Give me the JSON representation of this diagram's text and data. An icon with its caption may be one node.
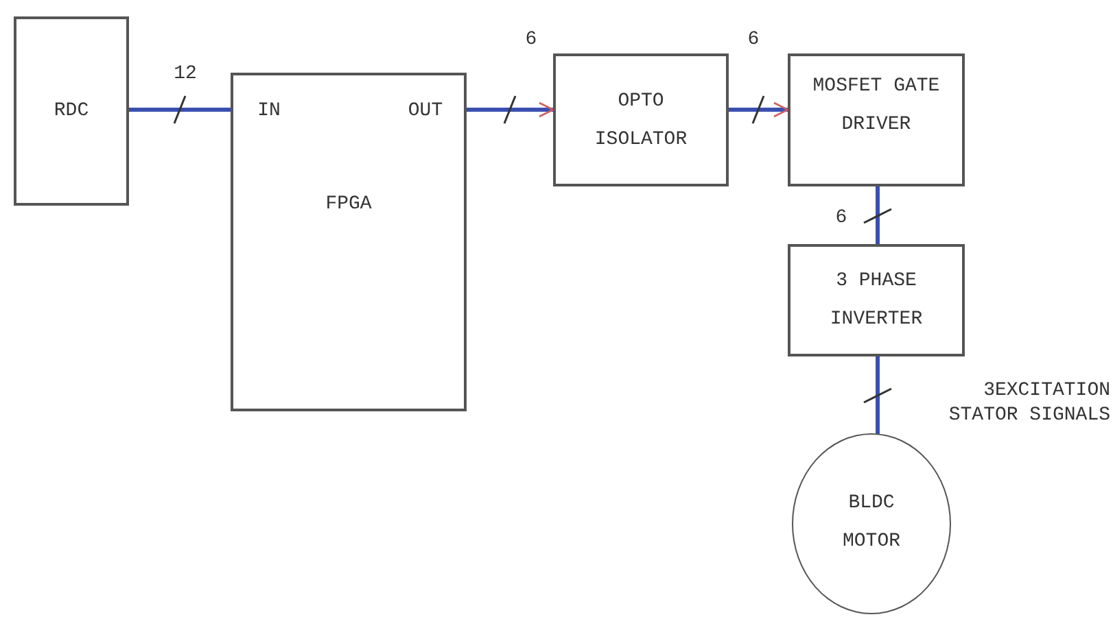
{
  "diagram": {
    "nodes": [
      {
        "text": [
          "RDC"
        ]
      },
      {
        "text": [
          "IN",
          "OUT",
          "FPGA"
        ]
      },
      {
        "text": [
          "OPTO ISOLATOR"
        ]
      },
      {
        "text": [
          "MOSFET GATE DRIVER"
        ]
      },
      {
        "text": [
          "3 PHASE INVERTER"
        ]
      },
      {
        "text": [
          "BLDC MOTOR"
        ]
      }
    ],
    "edges": [
      {
        "from": 0,
        "to": 1,
        "arrow": "none",
        "label": "12"
      },
      {
        "from": 1,
        "to": 2,
        "arrow": "to",
        "label": "6"
      },
      {
        "from": 2,
        "to": 3,
        "arrow": "to",
        "label": "6"
      },
      {
        "from": 3,
        "to": 4,
        "arrow": "none",
        "label": "6"
      },
      {
        "from": 4,
        "to": 5,
        "arrow": "none",
        "label": "3EXCITATION STATOR SIGNALS"
      }
    ]
  }
}
